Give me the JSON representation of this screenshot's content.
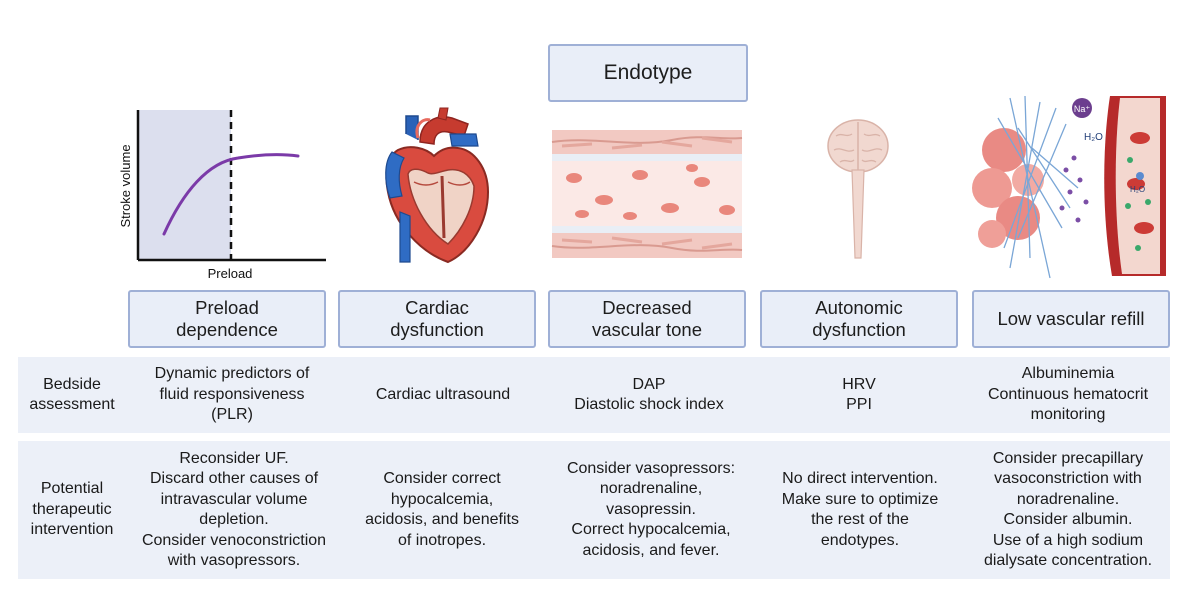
{
  "header": {
    "title": "Endotype"
  },
  "endotypes": [
    {
      "id": "preload",
      "label": "Preload\ndependence"
    },
    {
      "id": "cardiac",
      "label": "Cardiac\ndysfunction"
    },
    {
      "id": "vascular",
      "label": "Decreased\nvascular tone"
    },
    {
      "id": "autonomic",
      "label": "Autonomic\ndysfunction"
    },
    {
      "id": "refill",
      "label": "Low vascular refill"
    }
  ],
  "frank_starling_graph": {
    "xlabel": "Preload",
    "ylabel": "Stroke volume"
  },
  "refill_illustration": {
    "ion_label": "Na⁺",
    "water_label_1": "H₂O",
    "water_label_2": "H₂O"
  },
  "rows": {
    "bedside": {
      "label": "Bedside\nassessment",
      "cells": [
        "Dynamic predictors of\nfluid responsiveness\n(PLR)",
        "Cardiac ultrasound",
        "DAP\nDiastolic shock index",
        "HRV\nPPI",
        "Albuminemia\nContinuous hematocrit\nmonitoring"
      ]
    },
    "therapy": {
      "label": "Potential\ntherapeutic\nintervention",
      "cells": [
        "Reconsider UF.\nDiscard other causes of\nintravascular volume\ndepletion.\nConsider venoconstriction\nwith vasopressors.",
        "Consider correct\nhypocalcemia,\nacidosis, and benefits\nof inotropes.",
        "Consider vasopressors:\nnoradrenaline,\nvasopressin.\nCorrect hypocalcemia,\nacidosis, and fever.",
        "No direct intervention.\nMake sure to optimize\nthe rest of the\nendotypes.",
        "Consider precapillary\nvasoconstriction with\nnoradrenaline.\nConsider albumin.\nUse of a high sodium\ndialysate concentration."
      ]
    }
  },
  "colors": {
    "box_fill": "#e9eef8",
    "box_border": "#9fb0d6",
    "band_fill": "#ecf0f8",
    "curve": "#7b3aa8",
    "graph_shade": "#dcdfee"
  }
}
